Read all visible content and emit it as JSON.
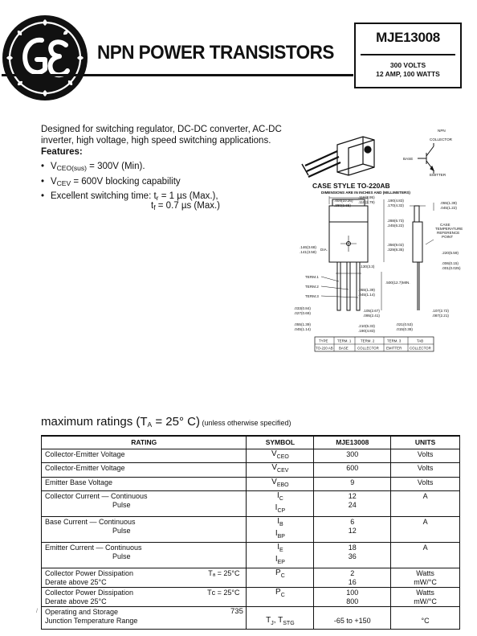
{
  "header": {
    "title": "NPN POWER TRANSISTORS",
    "part_number": "MJE13008",
    "spec_line1": "300 VOLTS",
    "spec_line2": "12 AMP, 100 WATTS",
    "logo_text": "GE"
  },
  "description": {
    "text": "Designed for switching regulator, DC-DC converter, AC-DC inverter, high voltage, high speed switching applications.",
    "features_heading": "Features:",
    "bullet": "•",
    "f1_prefix": "V",
    "f1_sub": "CEO(sus)",
    "f1_rest": " = 300V (Min).",
    "f2_prefix": "V",
    "f2_sub": "CEV",
    "f2_rest": " = 600V blocking capability",
    "f3_a": "Excellent switching time: t",
    "f3_sub_r": "r",
    "f3_b": " = 1 µs (Max.),",
    "f3_c": "t",
    "f3_sub_f": "f",
    "f3_d": " = 0.7 µs (Max.)"
  },
  "case": {
    "npn_label": "NPN",
    "collector_label": "COLLECTOR",
    "base_label": "BASE",
    "emitter_label": "EMITTER",
    "title": "CASE STYLE TO-220AB",
    "subtitle": "DIMENSIONS ARE IN INCHES AND (MILLIMETERS)",
    "dims": {
      "d1": ".404(10.26)",
      "d1b": ".380(9.65)",
      "d2": ".116(2.95)",
      "d2b": ".110(2.79)",
      "d3": ".190(4.83)",
      "d3b": ".170(4.32)",
      "d4": ".055(1.39)",
      "d4b": ".045(1.22)",
      "d5": ".288(6.73)",
      "d5b": ".245(6.22)",
      "d6": ".356(9.02)",
      "d6b": ".329(8.35)",
      "d7": ".146(3.68)",
      "d7b": ".141(3.58)",
      "dia": "DIA.",
      "d8": ".220(5.59)",
      "d9": ".130(3.3)",
      "d10": ".006(0.15)",
      "d10b": ".001(0.025)",
      "d11": ".055(1.39)",
      "d11b": ".045(1.14)",
      "d12": ".500(12.7)MIN.",
      "d13": ".033(0.84)",
      "d13b": ".027(0.69)",
      "d14": ".105(2.67)",
      "d14b": ".095(2.41)",
      "d15": ".107(2.72)",
      "d15b": ".087(2.21)",
      "d16": ".055(1.39)",
      "d16b": ".045(1.14)",
      "d17": ".210(5.33)",
      "d17b": ".190(4.83)",
      "d18": ".021(0.53)",
      "d18b": ".015(0.38)",
      "case_temp1": "CASE",
      "case_temp2": "TEMPERATURE",
      "case_temp3": "REFERENCE",
      "case_temp4": "POINT"
    },
    "term1": "TERM.1",
    "term2": "TERM.2",
    "term3": "TERM.3",
    "pin_table": {
      "headers": [
        "TYPE",
        "TERM. 1",
        "TERM. 2",
        "TERM. 3",
        "TAB"
      ],
      "row": [
        "TO-220 AB",
        "BASE",
        "COLLECTOR",
        "EMITTER",
        "COLLECTOR"
      ]
    }
  },
  "ratings": {
    "title_a": "maximum ratings (T",
    "title_sub": "A",
    "title_b": " = 25° C)",
    "title_note": " (unless otherwise specified)",
    "headers": {
      "rating": "RATING",
      "symbol": "SYMBOL",
      "value": "MJE13008",
      "units": "UNITS"
    },
    "rows": [
      {
        "r1": "Collector-Emitter Voltage",
        "r2": "",
        "cond": "",
        "s1": "V",
        "s1sub": "CEO",
        "s2": "",
        "s2sub": "",
        "v1": "300",
        "v2": "",
        "u1": "Volts",
        "u2": ""
      },
      {
        "r1": "Collector-Emitter Voltage",
        "r2": "",
        "cond": "",
        "s1": "V",
        "s1sub": "CEV",
        "s2": "",
        "s2sub": "",
        "v1": "600",
        "v2": "",
        "u1": "Volts",
        "u2": ""
      },
      {
        "r1": "Emitter Base Voltage",
        "r2": "",
        "cond": "",
        "s1": "V",
        "s1sub": "EBO",
        "s2": "",
        "s2sub": "",
        "v1": "9",
        "v2": "",
        "u1": "Volts",
        "u2": ""
      },
      {
        "r1": "Collector Current — Continuous",
        "r2": "Pulse",
        "cond": "",
        "s1": "I",
        "s1sub": "C",
        "s2": "I",
        "s2sub": "CP",
        "v1": "12",
        "v2": "24",
        "u1": "A",
        "u2": ""
      },
      {
        "r1": "Base Current — Continuous",
        "r2": "Pulse",
        "cond": "",
        "s1": "I",
        "s1sub": "B",
        "s2": "I",
        "s2sub": "BP",
        "v1": "6",
        "v2": "12",
        "u1": "A",
        "u2": ""
      },
      {
        "r1": "Emitter Current — Continuous",
        "r2": "Pulse",
        "cond": "",
        "s1": "I",
        "s1sub": "E",
        "s2": "I",
        "s2sub": "EP",
        "v1": "18",
        "v2": "36",
        "u1": "A",
        "u2": ""
      },
      {
        "r1": "Collector Power Dissipation",
        "r2": "Derate above 25°C",
        "cond": "Tₐ = 25°C",
        "s1": "P",
        "s1sub": "C",
        "s2": "",
        "s2sub": "",
        "v1": "2",
        "v2": "16",
        "u1": "Watts",
        "u2": "mW/°C"
      },
      {
        "r1": "Collector Power Dissipation",
        "r2": "Derate above 25°C",
        "cond": "Tᴄ = 25°C",
        "s1": "P",
        "s1sub": "C",
        "s2": "",
        "s2sub": "",
        "v1": "100",
        "v2": "800",
        "u1": "Watts",
        "u2": "mW/°C"
      },
      {
        "r1": "Operating and Storage",
        "r2": "Junction Temperature Range",
        "cond": "",
        "s1": "",
        "s1sub": "",
        "s2": "T",
        "s2sub": "J",
        "s2extra": ", T",
        "s2extrasub": "STG",
        "v1": "",
        "v2": "-65 to +150",
        "u1": "",
        "u2": "°C"
      }
    ]
  },
  "footer": {
    "page_number": "735",
    "mark": "/"
  }
}
